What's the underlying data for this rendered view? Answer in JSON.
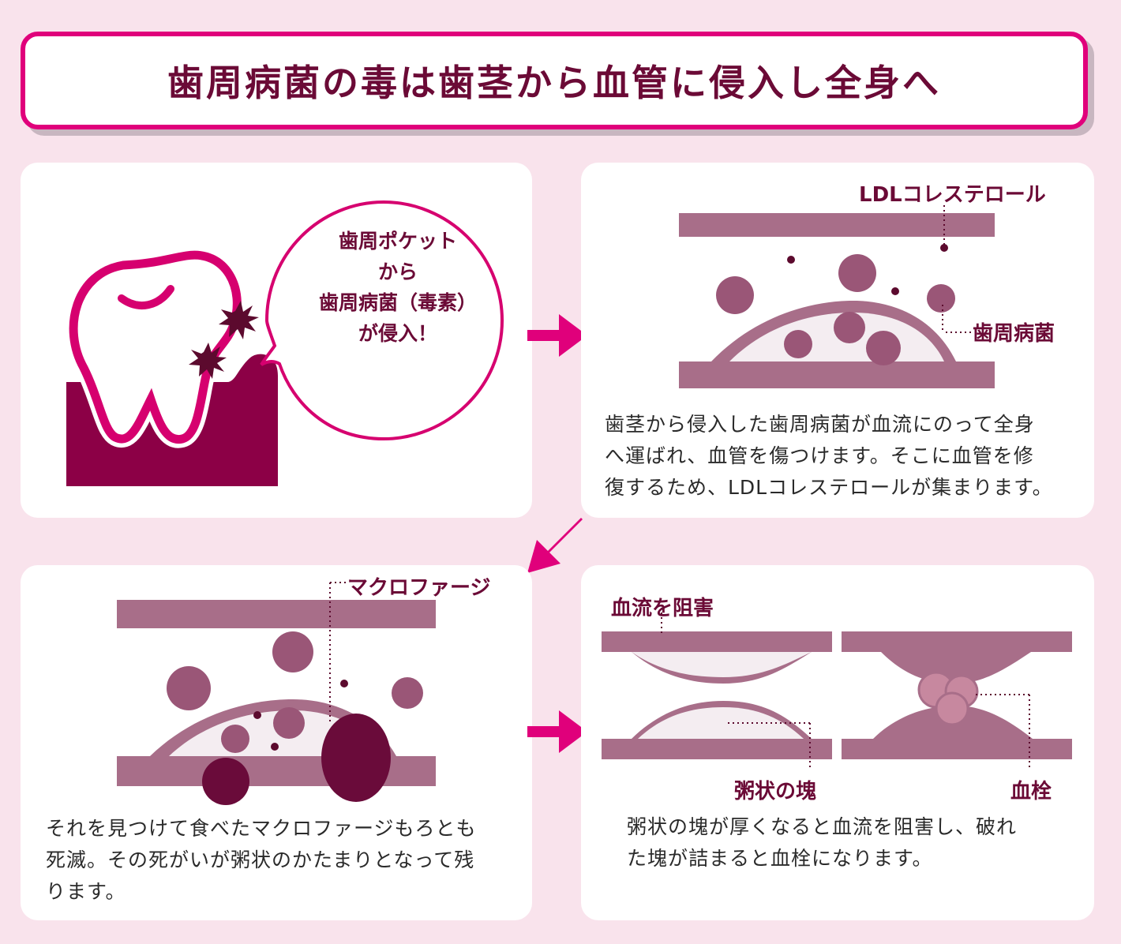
{
  "title": "歯周病菌の毒は歯茎から血管に侵入し全身へ",
  "panel1": {
    "bubble_lines": [
      "歯周ポケット",
      "から",
      "歯周病菌（毒素）",
      "が侵入！"
    ]
  },
  "panel2": {
    "label_ldl": "LDLコレステロール",
    "label_bacteria": "歯周病菌",
    "description_lines": [
      "歯茎から侵入した歯周病菌が血流にのって全身",
      "へ運ばれ、血管を傷つけます。そこに血管を修",
      "復するため、LDLコレステロールが集まります。"
    ]
  },
  "panel3": {
    "label_macrophage": "マクロファージ",
    "description_lines": [
      "それを見つけて食べたマクロファージもろとも",
      "死滅。その死がいが粥状のかたまりとなって残",
      "ります。"
    ]
  },
  "panel4": {
    "label_block": "血流を阻害",
    "label_plaque": "粥状の塊",
    "label_thrombus": "血栓",
    "description_lines": [
      "粥状の塊が厚くなると血流を阻害し、破れ",
      "た塊が詰まると血栓になります。"
    ]
  },
  "colors": {
    "background": "#f9e3ec",
    "accent": "#e0007b",
    "dark": "#6b0a36",
    "vessel": "#a86e89",
    "bacteria": "#9a5677",
    "macrophage": "#6a0b3a"
  }
}
